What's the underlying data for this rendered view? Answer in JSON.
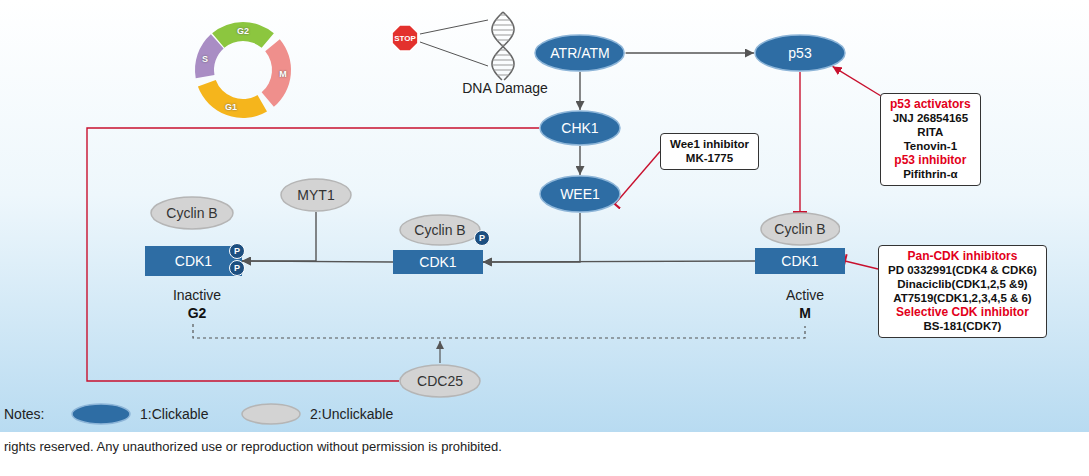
{
  "diagram": {
    "nodes": [
      {
        "text": [
          "STOP"
        ]
      },
      {
        "text": [
          "ATR/ATM"
        ]
      },
      {
        "text": [
          "p53"
        ]
      },
      {
        "text": [
          "CHK1"
        ]
      },
      {
        "text": [
          "Wee1 inhibitor",
          "MK-1775"
        ]
      },
      {
        "text": [
          "WEE1"
        ]
      },
      {
        "text": [
          "p53 activators",
          "JNJ 26854165",
          "RITA",
          "Tenovin-1",
          "p53 inhibitor",
          "Pifithrin-α"
        ]
      },
      {
        "text": [
          "Cyclin B"
        ]
      },
      {
        "text": [
          "CDK1"
        ]
      },
      {
        "text": [
          "MYT1"
        ]
      },
      {
        "text": [
          "Cyclin B"
        ]
      },
      {
        "text": [
          "CDK1"
        ]
      },
      {
        "text": [
          "Cyclin B"
        ]
      },
      {
        "text": [
          "CDK1"
        ]
      },
      {
        "text": [
          "Pan-CDK inhibitors",
          "PD 0332991(CDK4 & CDK6)",
          "Dinaciclib(CDK1,2,5 &9)",
          "AT7519(CDK1,2,3,4,5 & 6)",
          "Selective CDK inhibitor",
          "BS-181(CDK7)"
        ]
      },
      {
        "text": [
          "CDC25"
        ]
      }
    ],
    "edges": [
      {
        "from": 1,
        "to": 2,
        "arrow": "to"
      },
      {
        "from": 1,
        "to": 3,
        "arrow": "to"
      },
      {
        "from": 3,
        "to": 5,
        "arrow": "to"
      },
      {
        "from": 4,
        "to": 5,
        "arrow": "to"
      },
      {
        "from": 2,
        "to": 12,
        "arrow": "to"
      },
      {
        "from": 6,
        "to": 2,
        "arrow": "to"
      },
      {
        "from": 13,
        "to": 11,
        "arrow": "to"
      },
      {
        "from": 5,
        "to": 11,
        "arrow": "to"
      },
      {
        "from": 11,
        "to": 8,
        "arrow": "to"
      },
      {
        "from": 9,
        "to": 8,
        "arrow": "to"
      },
      {
        "from": 14,
        "to": 13,
        "arrow": "to"
      },
      {
        "from": 3,
        "to": 15,
        "arrow": "none"
      }
    ],
    "labels": [
      "G2",
      "S",
      "M",
      "G1",
      "DNA Damage",
      "P",
      "P",
      "P",
      "Inactive",
      "G2",
      "Active",
      "M",
      "Notes:",
      "rights reserved. Any unauthorized use or reproduction without permission is prohibited."
    ],
    "legend": [
      {
        "text": "1:Clickable",
        "color": "#2e6da4"
      },
      {
        "text": "2:Unclickable",
        "color": "#d3d3d3"
      }
    ]
  }
}
